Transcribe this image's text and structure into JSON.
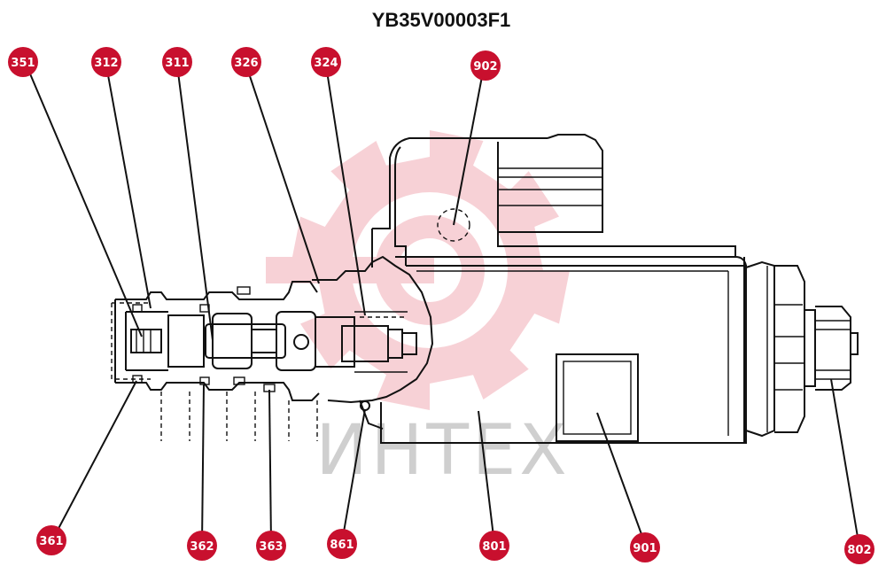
{
  "title": "YB35V00003F1",
  "watermark": {
    "text": "ИНТЕХ",
    "color": "#e8e8e8",
    "gear_color": "#f6c9cf"
  },
  "callout_color": "#c8102e",
  "callouts": {
    "c351": "351",
    "c312": "312",
    "c311": "311",
    "c326": "326",
    "c324": "324",
    "c902": "902",
    "c361": "361",
    "c362": "362",
    "c363": "363",
    "c861": "861",
    "c801": "801",
    "c901": "901",
    "c802": "802"
  }
}
